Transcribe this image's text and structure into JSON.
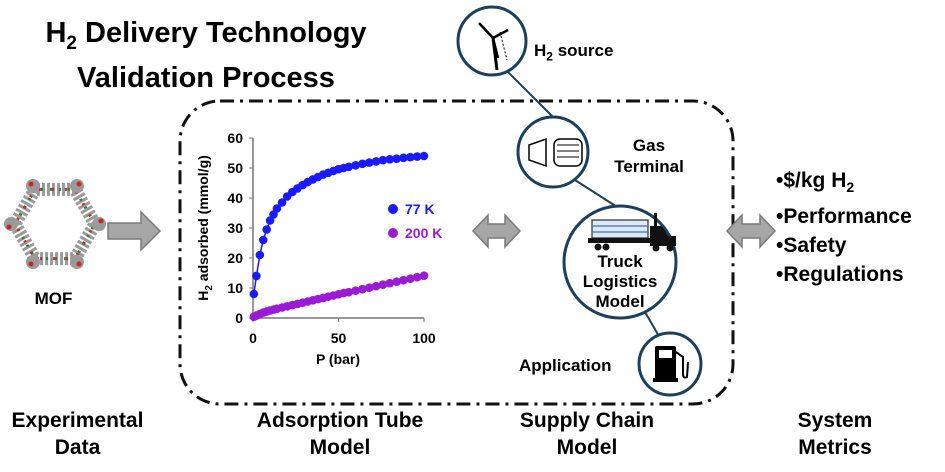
{
  "title": {
    "line1_main": "H",
    "line1_sub": "2",
    "line1_rest": " Delivery Technology",
    "line2": "Validation Process"
  },
  "left": {
    "mof_label": "MOF"
  },
  "bottom_labels": {
    "experimental": [
      "Experimental",
      "Data"
    ],
    "adsorption": [
      "Adsorption Tube",
      "Model"
    ],
    "supply": [
      "Supply Chain",
      "Model"
    ],
    "system": [
      "System",
      "Metrics"
    ]
  },
  "supply_chain": {
    "h2_source": {
      "main": "H",
      "sub": "2",
      "rest": " source"
    },
    "gas_terminal": [
      "Gas",
      "Terminal"
    ],
    "truck_model": [
      "Truck",
      "Logistics",
      "Model"
    ],
    "application": "Application"
  },
  "metrics": [
    {
      "bullet": "•",
      "text": "$/kg H",
      "sub": "2"
    },
    {
      "bullet": "•",
      "text": "Performance",
      "sub": ""
    },
    {
      "bullet": "•",
      "text": "Safety",
      "sub": ""
    },
    {
      "bullet": "•",
      "text": "Regulations",
      "sub": ""
    }
  ],
  "icons": [
    "wind-turbine-icon",
    "gas-terminal-icon",
    "truck-icon",
    "fuel-pump-icon",
    "mof-structure-icon",
    "arrow-right-icon",
    "double-arrow-icon"
  ],
  "colors": {
    "series_77": "#1a1aff",
    "series_200": "#9a1ad6",
    "frame": "#111111",
    "circle_stroke": "#1c3f5e",
    "arrow_fill": "#a6a6a6",
    "arrow_stroke": "#7a7a7a"
  },
  "chart_data": {
    "type": "scatter",
    "xlabel": "P (bar)",
    "ylabel": {
      "main": "H",
      "sub": "2",
      "rest": " adsorbed (mmol/g)"
    },
    "xlim": [
      0,
      100
    ],
    "ylim": [
      0,
      60
    ],
    "x_ticks": [
      0,
      50,
      100
    ],
    "y_ticks": [
      0,
      10,
      20,
      30,
      40,
      50,
      60
    ],
    "legend_position": "right-middle",
    "series": [
      {
        "name": "77 K",
        "color": "#1a1aff",
        "x": [
          0.5,
          2,
          4,
          6,
          8,
          10,
          12,
          14,
          17,
          20,
          23,
          26,
          29,
          32,
          35,
          38,
          41,
          44,
          47,
          50,
          53,
          56,
          60,
          64,
          68,
          72,
          76,
          80,
          84,
          88,
          92,
          96,
          100
        ],
        "y": [
          8,
          14,
          21,
          26,
          29.5,
          32.5,
          34.5,
          36.5,
          38.5,
          40.5,
          42,
          43.2,
          44.3,
          45.3,
          46.2,
          47,
          47.8,
          48.4,
          49,
          49.6,
          50,
          50.4,
          50.9,
          51.4,
          51.8,
          52.2,
          52.6,
          52.9,
          53.1,
          53.4,
          53.6,
          53.8,
          54
        ]
      },
      {
        "name": "200 K",
        "color": "#9a1ad6",
        "x": [
          0.5,
          2,
          4,
          6,
          8,
          10,
          12,
          14,
          17,
          20,
          23,
          26,
          29,
          32,
          35,
          38,
          41,
          44,
          47,
          50,
          53,
          56,
          60,
          64,
          68,
          72,
          76,
          80,
          84,
          88,
          92,
          96,
          100
        ],
        "y": [
          0.4,
          0.8,
          1.3,
          1.8,
          2.2,
          2.5,
          2.8,
          3.1,
          3.5,
          3.9,
          4.3,
          4.7,
          5.1,
          5.5,
          5.9,
          6.3,
          6.7,
          7.1,
          7.5,
          7.9,
          8.3,
          8.6,
          9.1,
          9.6,
          10.1,
          10.6,
          11.1,
          11.6,
          12.1,
          12.6,
          13.1,
          13.6,
          14.1
        ]
      }
    ]
  }
}
